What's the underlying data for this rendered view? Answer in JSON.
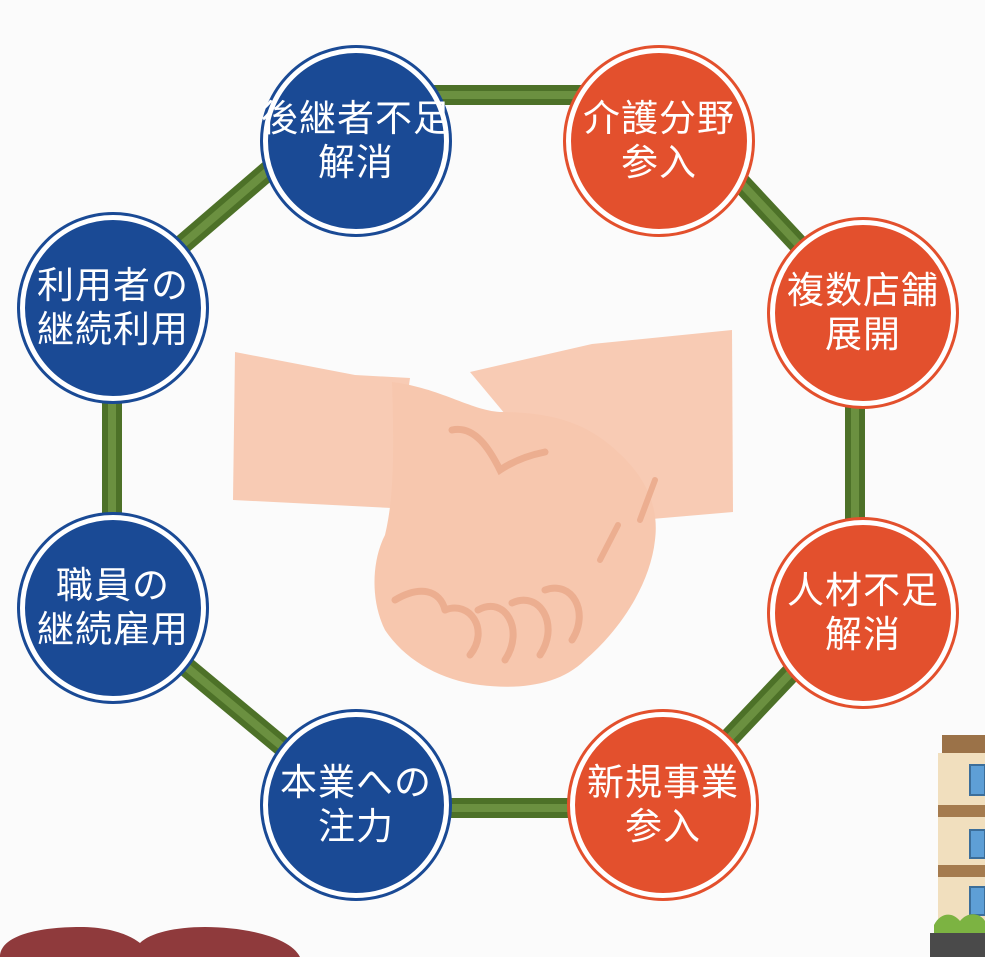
{
  "colors": {
    "buyer_side": "#1a4a95",
    "seller_side": "#e3502d",
    "ring": "#547a2f",
    "handshake": "#f7cbb3"
  },
  "nodes": {
    "successor": {
      "line1": "後継者不足",
      "line2": "解消",
      "side": "blue"
    },
    "care_entry": {
      "line1": "介護分野",
      "line2": "参入",
      "side": "red"
    },
    "multi_store": {
      "line1": "複数店舗",
      "line2": "展開",
      "side": "red"
    },
    "staff_shortage": {
      "line1": "人材不足",
      "line2": "解消",
      "side": "red"
    },
    "new_business": {
      "line1": "新規事業",
      "line2": "参入",
      "side": "red"
    },
    "core_focus": {
      "line1": "本業への",
      "line2": "注力",
      "side": "blue"
    },
    "staff_employment": {
      "line1": "職員の",
      "line2": "継続雇用",
      "side": "blue"
    },
    "user_continuity": {
      "line1": "利用者の",
      "line2": "継続利用",
      "side": "blue"
    }
  },
  "illustrations": {
    "center": "handshake-icon",
    "corner": "building-icon"
  }
}
